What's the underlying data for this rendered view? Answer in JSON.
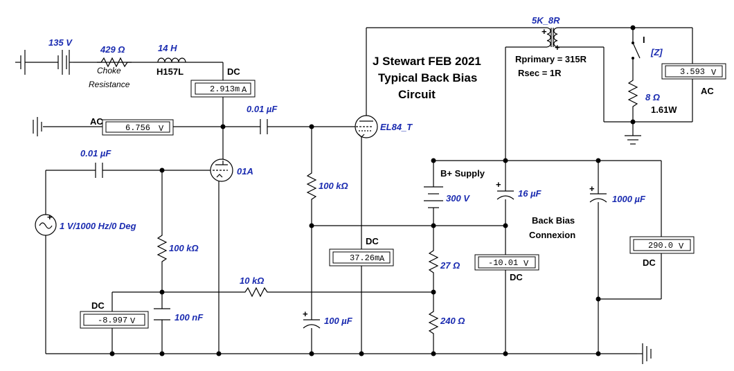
{
  "title": {
    "line1": "J Stewart FEB 2021",
    "line2": "Typical Back Bias",
    "line3": "Circuit"
  },
  "components": {
    "bat_135": "135 V",
    "choke_res": "429 Ω",
    "choke_res_note1": "Choke",
    "choke_res_note2": "Resistance",
    "choke_ind": "14 H",
    "choke_part": "H157L",
    "coupling_cap_top": "0.01 µF",
    "coupling_cap_in": "0.01 µF",
    "tube_01a": "01A",
    "tube_el84": "EL84_T",
    "source": "1 V/1000 Hz/0 Deg",
    "r_grid_01a": "100 kΩ",
    "r_grid_el84": "100 kΩ",
    "r_10k": "10 kΩ",
    "c_100n": "100 nF",
    "c_100u": "100 µF",
    "b_supply_label": "B+ Supply",
    "b_supply_volts": "300 V",
    "c_16u": "16 µF",
    "c_1000u": "1000 µF",
    "r_27": "27 Ω",
    "r_240": "240 Ω",
    "xfmr": "5K_8R",
    "rprimary": "Rprimary = 315R",
    "rsec": "Rsec = 1R",
    "switch_label": "[Z]",
    "switch_key": "I",
    "load_r": "8 Ω",
    "load_power": "1.61W",
    "back_bias_1": "Back Bias",
    "back_bias_2": "Connexion"
  },
  "meters": {
    "m_dc_top": {
      "mode": "DC",
      "value": "2.913m",
      "unit": "A"
    },
    "m_ac_left": {
      "mode": "AC",
      "value": "6.756",
      "unit": "V"
    },
    "m_dc_bias": {
      "mode": "DC",
      "value": "-8.997",
      "unit": "V"
    },
    "m_dc_el84": {
      "mode": "DC",
      "value": "37.26m",
      "unit": "A"
    },
    "m_dc_back": {
      "mode": "DC",
      "value": "-10.01",
      "unit": "V"
    },
    "m_dc_right": {
      "mode": "DC",
      "value": "290.0",
      "unit": "V"
    },
    "m_ac_out": {
      "mode": "AC",
      "value": "3.593",
      "unit": "V"
    }
  },
  "colors": {
    "label_blue": "#1a2bb0",
    "wire": "#000000"
  }
}
